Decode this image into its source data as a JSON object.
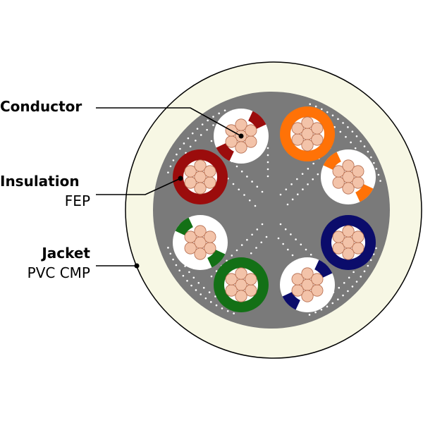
{
  "labels": {
    "conductor": {
      "name": "Conductor"
    },
    "insulation": {
      "name": "Insulation",
      "material": "FEP"
    },
    "jacket": {
      "name": "Jacket",
      "material": "PVC CMP"
    }
  },
  "colors": {
    "jacket": "#f7f7e4",
    "core": "#7a7a7a",
    "stitch": "#ffffff",
    "copper_fill": "#f3c3a9",
    "copper_edge": "#b46a4c",
    "outline": "#000000"
  },
  "pairs": [
    {
      "name": "brown",
      "solid": {
        "color": "#9b0c0c"
      },
      "striped": {
        "base": "#ffffff",
        "stripe": "#9b0c0c"
      }
    },
    {
      "name": "orange",
      "solid": {
        "color": "#ff7207"
      },
      "striped": {
        "base": "#ffffff",
        "stripe": "#ff7207"
      }
    },
    {
      "name": "blue",
      "solid": {
        "color": "#0b0c6b"
      },
      "striped": {
        "base": "#ffffff",
        "stripe": "#0b0c6b"
      }
    },
    {
      "name": "green",
      "solid": {
        "color": "#137016"
      },
      "striped": {
        "base": "#ffffff",
        "stripe": "#137016"
      }
    }
  ]
}
